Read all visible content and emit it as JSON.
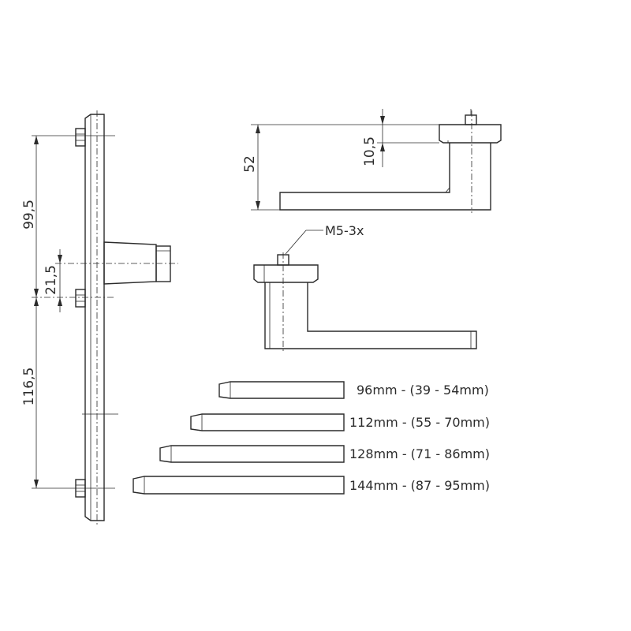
{
  "dimensions": {
    "upper_span": "99,5",
    "offset": "21,5",
    "lower_span": "116,5",
    "lever_height": "52",
    "rose_height": "10,5"
  },
  "callout": {
    "screw": "M5-3x"
  },
  "spindles": [
    {
      "length": "96mm",
      "range": "(39 - 54mm)"
    },
    {
      "length": "112mm",
      "range": "(55 - 70mm)"
    },
    {
      "length": "128mm",
      "range": "(71 - 86mm)"
    },
    {
      "length": "144mm",
      "range": "(87 - 95mm)"
    }
  ],
  "colors": {
    "ink": "#2b2b2b",
    "background": "#ffffff"
  }
}
